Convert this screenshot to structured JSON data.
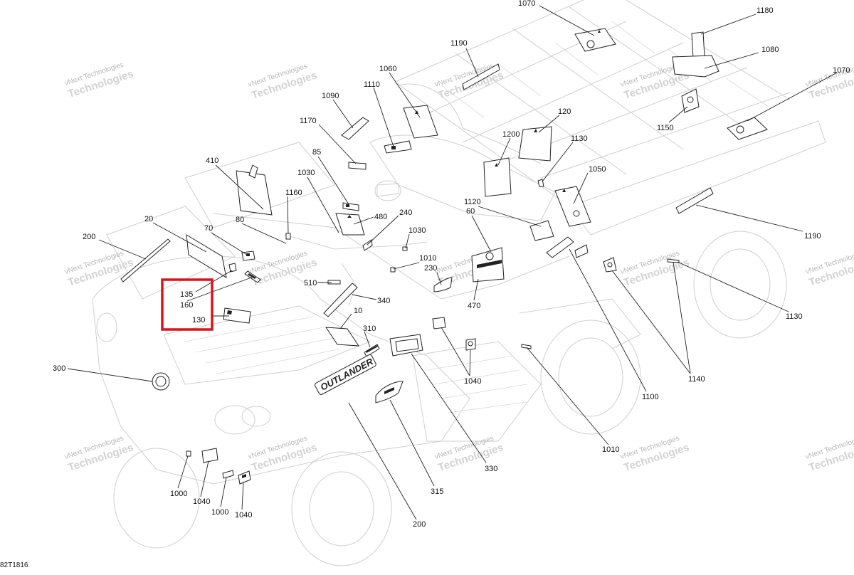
{
  "diagram": {
    "drawing_code": "82T1816",
    "watermark": [
      "vNext",
      "Technologies"
    ],
    "watermark_text": "vNext Technologies",
    "highlight_color": "#d9141b",
    "decal_text": "OUTLANDER",
    "callouts": [
      {
        "id": "c1070a",
        "label": "1070"
      },
      {
        "id": "c1180",
        "label": "1180"
      },
      {
        "id": "c1190a",
        "label": "1190"
      },
      {
        "id": "c1080",
        "label": "1080"
      },
      {
        "id": "c1070b",
        "label": "1070"
      },
      {
        "id": "c1060",
        "label": "1060"
      },
      {
        "id": "c1090",
        "label": "1090"
      },
      {
        "id": "c1110",
        "label": "1110"
      },
      {
        "id": "c1150",
        "label": "1150"
      },
      {
        "id": "c120",
        "label": "120"
      },
      {
        "id": "c1170",
        "label": "1170"
      },
      {
        "id": "c1200",
        "label": "1200"
      },
      {
        "id": "c1130a",
        "label": "1130"
      },
      {
        "id": "c85",
        "label": "85"
      },
      {
        "id": "c410",
        "label": "410"
      },
      {
        "id": "c1030a",
        "label": "1030"
      },
      {
        "id": "c1050",
        "label": "1050"
      },
      {
        "id": "c1160",
        "label": "1160"
      },
      {
        "id": "c480",
        "label": "480"
      },
      {
        "id": "c240",
        "label": "240"
      },
      {
        "id": "c1120",
        "label": "1120"
      },
      {
        "id": "c60",
        "label": "60"
      },
      {
        "id": "c20",
        "label": "20"
      },
      {
        "id": "c80",
        "label": "80"
      },
      {
        "id": "c1190b",
        "label": "1190"
      },
      {
        "id": "c70",
        "label": "70"
      },
      {
        "id": "c1030b",
        "label": "1030"
      },
      {
        "id": "c200a",
        "label": "200"
      },
      {
        "id": "c1010a",
        "label": "1010"
      },
      {
        "id": "c230",
        "label": "230"
      },
      {
        "id": "c510",
        "label": "510"
      },
      {
        "id": "c135",
        "label": "135"
      },
      {
        "id": "c160",
        "label": "160"
      },
      {
        "id": "c340",
        "label": "340"
      },
      {
        "id": "c470",
        "label": "470"
      },
      {
        "id": "c1130b",
        "label": "1130"
      },
      {
        "id": "c10",
        "label": "10"
      },
      {
        "id": "c130",
        "label": "130"
      },
      {
        "id": "c310",
        "label": "310"
      },
      {
        "id": "c300",
        "label": "300"
      },
      {
        "id": "c1040a",
        "label": "1040"
      },
      {
        "id": "c1140",
        "label": "1140"
      },
      {
        "id": "c1100",
        "label": "1100"
      },
      {
        "id": "c1010b",
        "label": "1010"
      },
      {
        "id": "c330",
        "label": "330"
      },
      {
        "id": "c1000a",
        "label": "1000"
      },
      {
        "id": "c1040b",
        "label": "1040"
      },
      {
        "id": "c1000b",
        "label": "1000"
      },
      {
        "id": "c1040c",
        "label": "1040"
      },
      {
        "id": "c315",
        "label": "315"
      },
      {
        "id": "c200b",
        "label": "200"
      }
    ]
  }
}
